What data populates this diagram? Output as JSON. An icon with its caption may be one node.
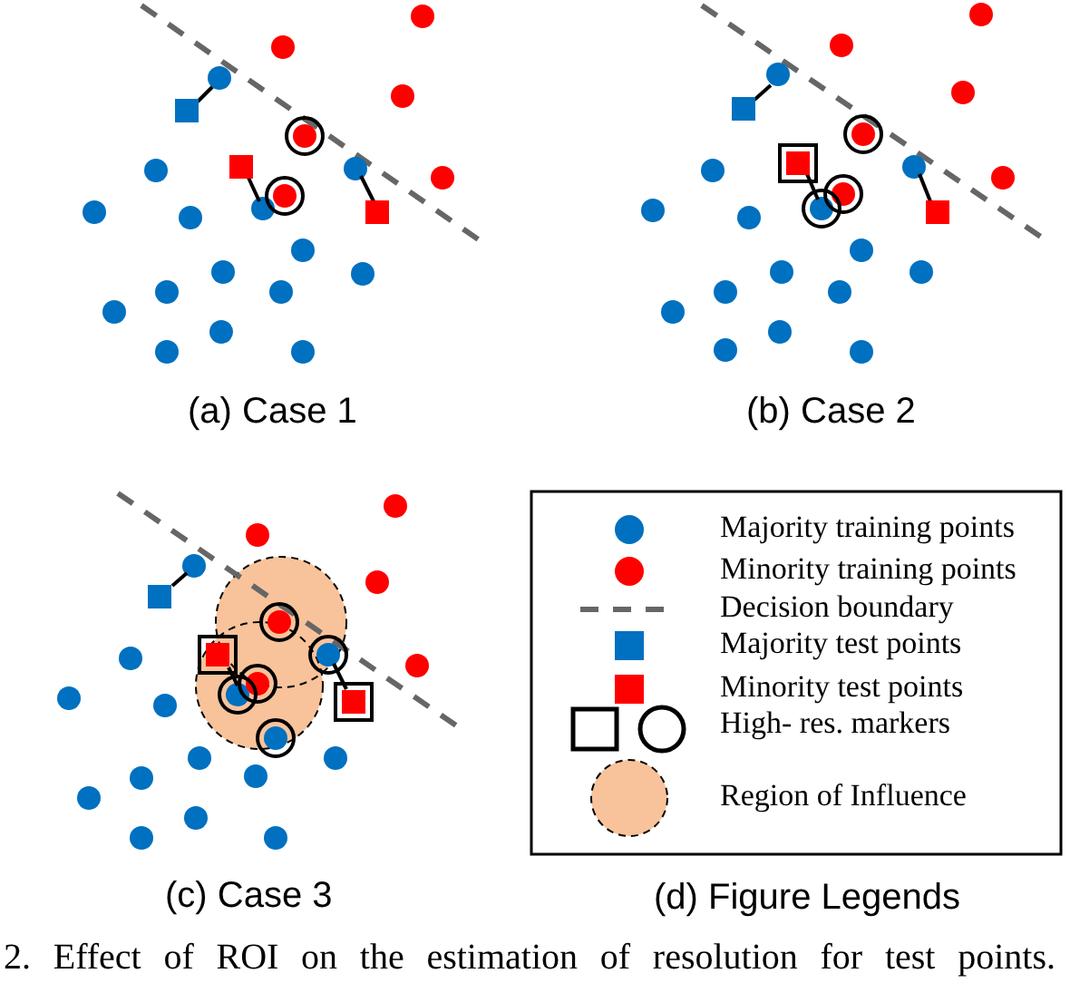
{
  "diagram": {
    "caption": "2. Effect of ROI on the estimation of resolution for test points.",
    "labels": [
      "(a) Case 1",
      "(b) Case 2",
      "(c) Case 3",
      "(d) Figure Legends"
    ],
    "legend": [
      {
        "text": "Majority training points",
        "color": "#0070c0"
      },
      {
        "text": "Minority training points",
        "color": "#ff0000"
      },
      {
        "text": "Decision boundary"
      },
      {
        "text": "Majority test points",
        "color": "#0070c0"
      },
      {
        "text": "Minority test points",
        "color": "#ff0000"
      },
      {
        "text": "High- res. markers"
      },
      {
        "text": "Region of Influence",
        "color": "#f8c39b"
      }
    ]
  }
}
